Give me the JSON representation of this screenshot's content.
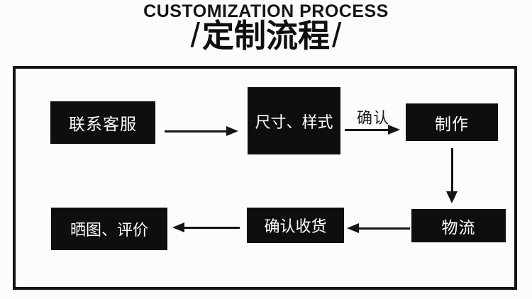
{
  "header": {
    "title_en": "CUSTOMIZATION PROCESS",
    "slash_left": "/",
    "title_zh": "定制流程",
    "slash_right": "/"
  },
  "diagram": {
    "nodes": [
      {
        "id": "contact",
        "label": "联系客服"
      },
      {
        "id": "size-style",
        "label": "尺寸、样式"
      },
      {
        "id": "production",
        "label": "制作"
      },
      {
        "id": "logistics",
        "label": "物流"
      },
      {
        "id": "confirm-receipt",
        "label": "确认收货"
      },
      {
        "id": "review",
        "label": "晒图、评价"
      }
    ],
    "edge_label_confirm": "确认"
  },
  "colors": {
    "background": "#fdfcfd",
    "box_bg": "#0e0e0e",
    "box_text": "#ffffff",
    "line": "#141414"
  }
}
